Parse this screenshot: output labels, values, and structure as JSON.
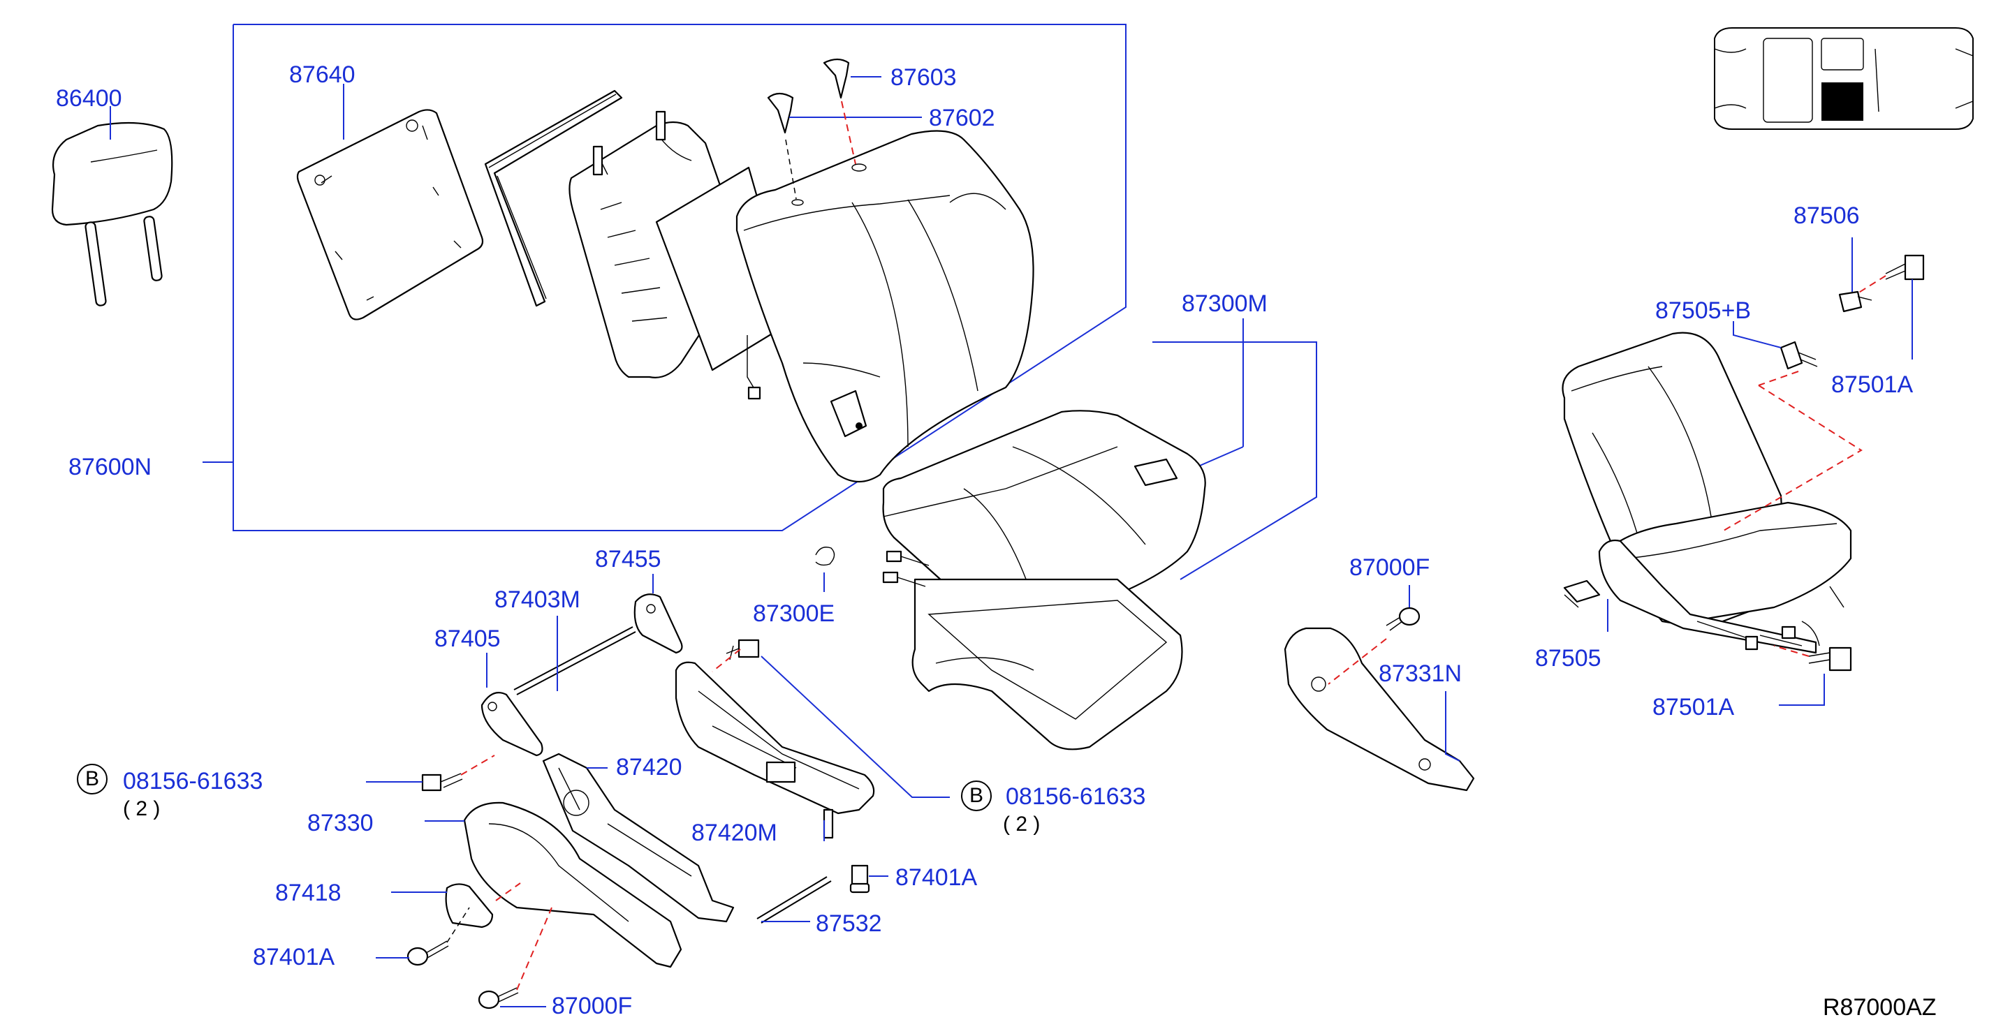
{
  "diagram": {
    "reference_code": "R87000AZ",
    "labels": {
      "p86400": "86400",
      "p87640": "87640",
      "p87603": "87603",
      "p87602": "87602",
      "p87600N": "87600N",
      "p87300M": "87300M",
      "p87506": "87506",
      "p87505B": "87505+B",
      "p87501A_top": "87501A",
      "p87505": "87505",
      "p87501A_right": "87501A",
      "p87000F_right": "87000F",
      "p87331N": "87331N",
      "p87455": "87455",
      "p87403M": "87403M",
      "p87300E": "87300E",
      "p87405": "87405",
      "p87420": "87420",
      "p87330": "87330",
      "p87418": "87418",
      "p87401A_left": "87401A",
      "p87000F_bottom": "87000F",
      "p87420M": "87420M",
      "p87401A_mid": "87401A",
      "p87532": "87532",
      "bolt_left": "08156-61633",
      "bolt_right": "08156-61633"
    },
    "bolt_marker": "B",
    "quantity_left": "( 2 )",
    "quantity_right": "( 2 )",
    "colors": {
      "label": "#1a2fd6",
      "leader": "#1a2fd6",
      "assembly_dash": "#e02020",
      "line_art": "#000000"
    },
    "icons": [
      "headrest",
      "seatback-panel",
      "seatback-frame",
      "seatback-cushion",
      "clip",
      "seat-cushion",
      "seat-slide-rail",
      "side-cover",
      "recliner-lever",
      "bolt",
      "screw",
      "vehicle-top-view",
      "complete-seat"
    ]
  }
}
